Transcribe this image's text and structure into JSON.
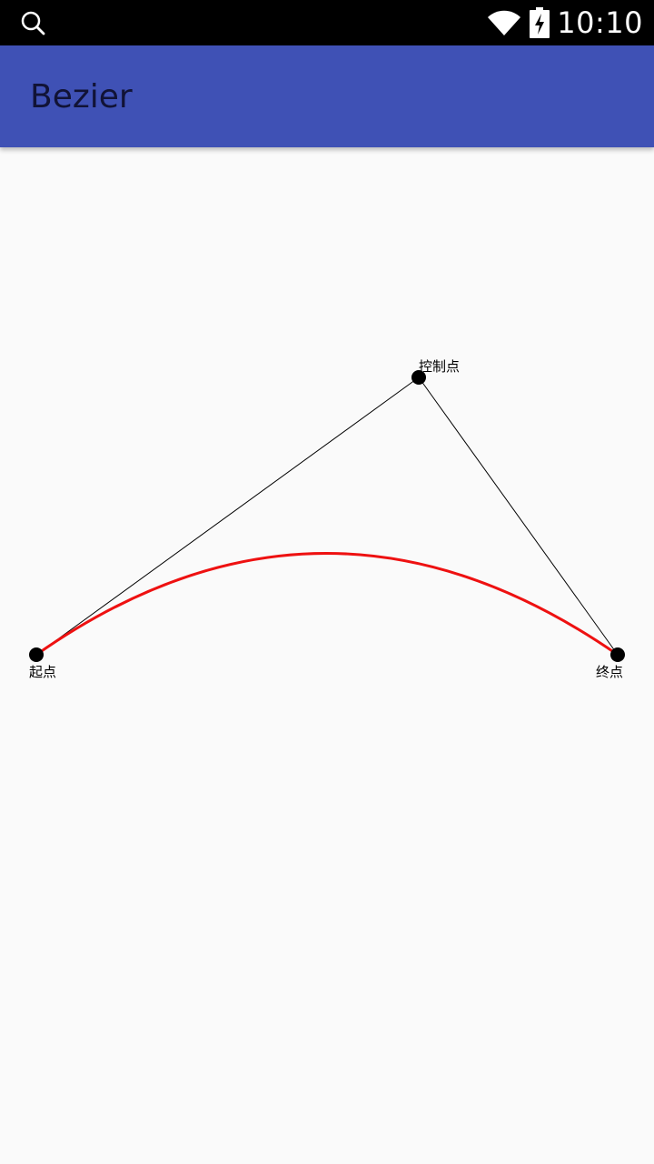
{
  "status_bar": {
    "time": "10:10",
    "icons": [
      "search-icon",
      "wifi-icon",
      "battery-charging-icon"
    ]
  },
  "app_bar": {
    "title": "Bezier"
  },
  "bezier": {
    "start_label": "起点",
    "control_label": "控制点",
    "end_label": "终点",
    "curve_color": "#ee1111",
    "guide_color": "#000000",
    "point_color": "#000000"
  }
}
